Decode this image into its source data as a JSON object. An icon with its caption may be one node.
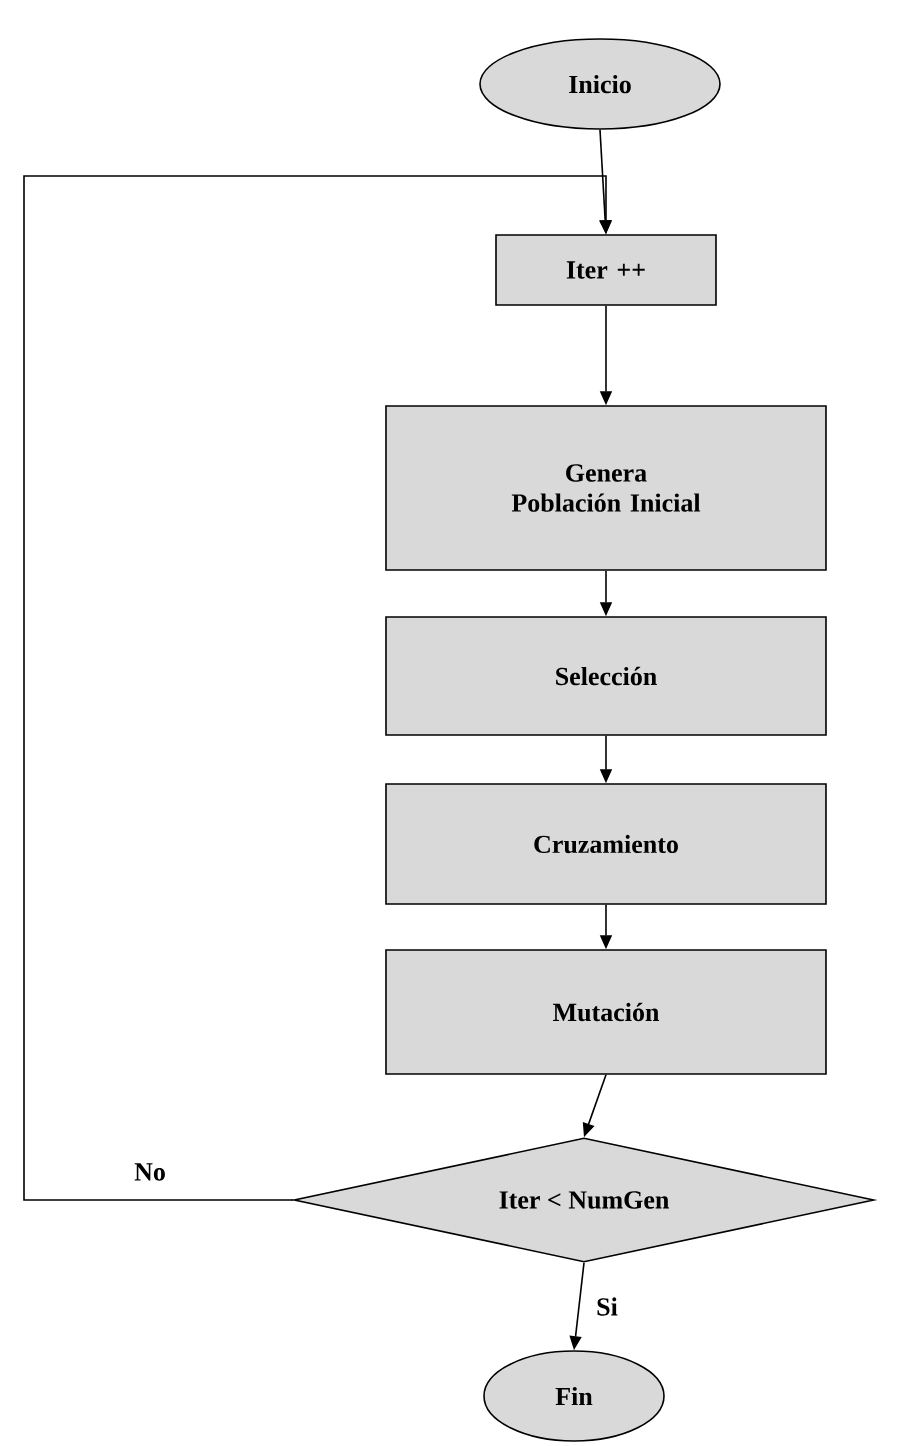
{
  "diagram": {
    "nodes": [
      {
        "text": [
          "Inicio"
        ]
      },
      {
        "text": [
          "Iter ++"
        ]
      },
      {
        "text": [
          "Genera Población Inicial"
        ]
      },
      {
        "text": [
          "Selección"
        ]
      },
      {
        "text": [
          "Cruzamiento"
        ]
      },
      {
        "text": [
          "Mutación"
        ]
      },
      {
        "text": [
          "Iter < NumGen"
        ]
      },
      {
        "text": [
          "Fin"
        ]
      }
    ],
    "edges": [
      {
        "from": 0,
        "to": 1,
        "arrow": "to"
      },
      {
        "from": 1,
        "to": 2,
        "arrow": "to"
      },
      {
        "from": 2,
        "to": 3,
        "arrow": "to"
      },
      {
        "from": 3,
        "to": 4,
        "arrow": "to"
      },
      {
        "from": 4,
        "to": 5,
        "arrow": "to"
      },
      {
        "from": 5,
        "to": 6,
        "arrow": "to"
      },
      {
        "from": 6,
        "to": 7,
        "arrow": "to",
        "label": "Si"
      },
      {
        "from": 6,
        "to": 1,
        "arrow": "to",
        "label": "No"
      }
    ]
  }
}
